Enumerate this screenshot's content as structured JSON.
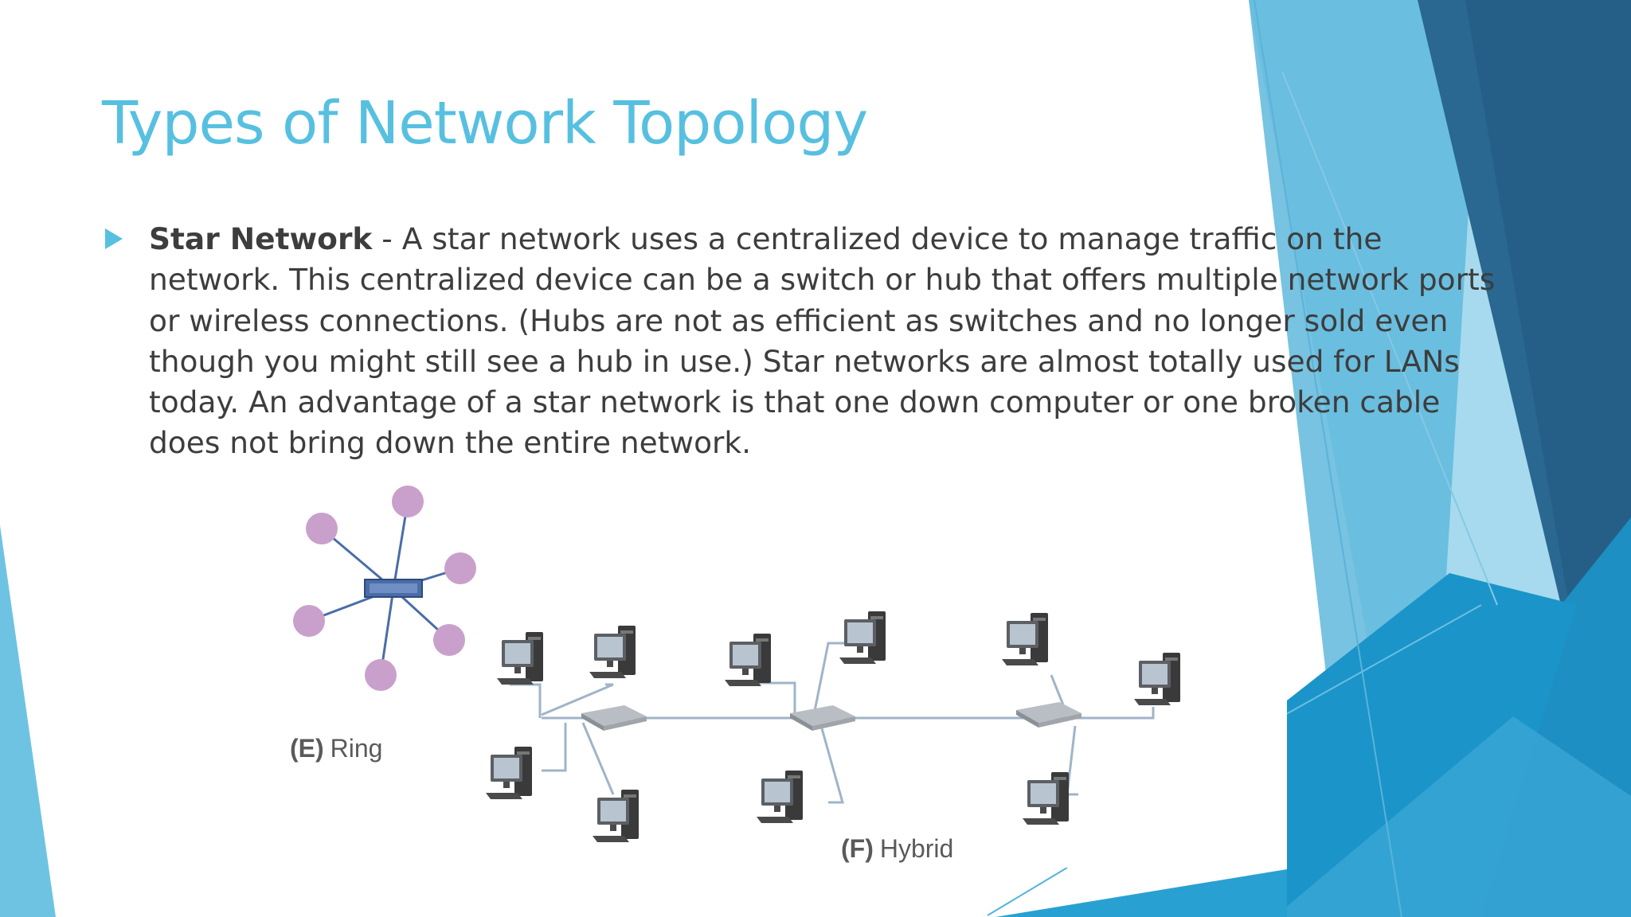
{
  "slide": {
    "title": "Types of Network Topology",
    "bullet": {
      "term": "Star Network",
      "separator": " - ",
      "text": "A star network uses a centralized device to manage traffic on the network. This centralized device can be a switch or hub that offers multiple network ports or wireless connections. (Hubs are not as efficient as switches and no longer sold even though you might still see a hub in use.) Star networks are almost totally used for LANs today. An advantage of a star network is that one down computer or one broken cable does not bring down the entire network."
    }
  },
  "figure": {
    "ring_label": {
      "tag": "(E)",
      "name": "Ring"
    },
    "hybrid_label": {
      "tag": "(F)",
      "name": "Hybrid"
    }
  },
  "theme": {
    "accent": "#57c0e0",
    "text": "#3d3d3d",
    "node_color": "#c9a0cc",
    "hub_color": "#4a6da8",
    "dark_blue": "#2a6791",
    "mid_blue": "#1d8fc2",
    "light_blue": "#5fb8dc"
  }
}
